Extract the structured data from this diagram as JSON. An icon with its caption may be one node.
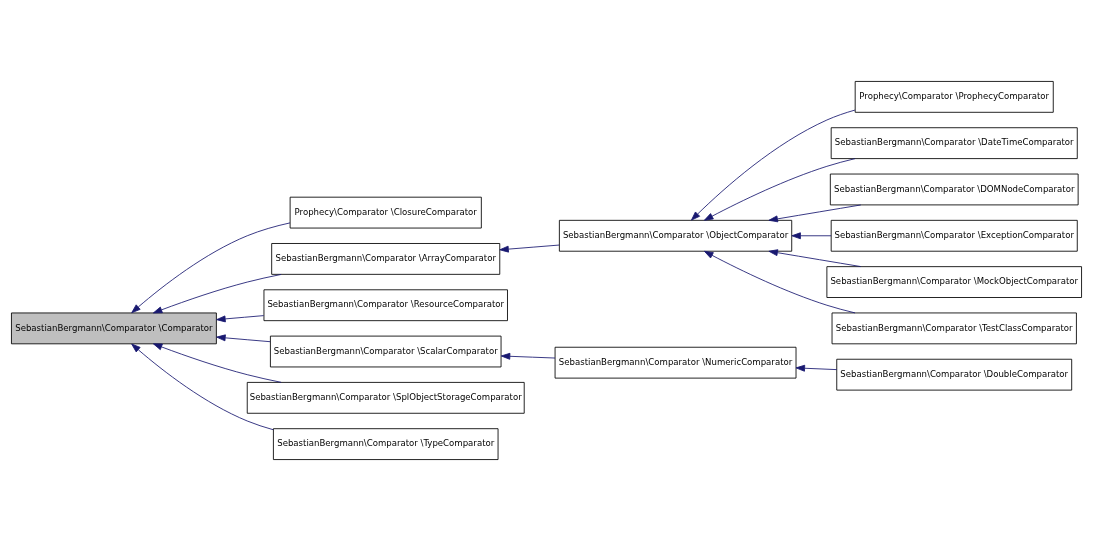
{
  "diagram": {
    "nodes": [
      {
        "text": [
          "SebastianBergmann\\Comparator \\Comparator"
        ]
      },
      {
        "text": [
          "Prophecy\\Comparator \\ClosureComparator"
        ]
      },
      {
        "text": [
          "SebastianBergmann\\Comparator \\ArrayComparator"
        ]
      },
      {
        "text": [
          "SebastianBergmann\\Comparator \\ResourceComparator"
        ]
      },
      {
        "text": [
          "SebastianBergmann\\Comparator \\ScalarComparator"
        ]
      },
      {
        "text": [
          "SebastianBergmann\\Comparator \\SplObjectStorageComparator"
        ]
      },
      {
        "text": [
          "SebastianBergmann\\Comparator \\TypeComparator"
        ]
      },
      {
        "text": [
          "SebastianBergmann\\Comparator \\ObjectComparator"
        ]
      },
      {
        "text": [
          "SebastianBergmann\\Comparator \\NumericComparator"
        ]
      },
      {
        "text": [
          "Prophecy\\Comparator \\ProphecyComparator"
        ]
      },
      {
        "text": [
          "SebastianBergmann\\Comparator \\DateTimeComparator"
        ]
      },
      {
        "text": [
          "SebastianBergmann\\Comparator \\DOMNodeComparator"
        ]
      },
      {
        "text": [
          "SebastianBergmann\\Comparator \\ExceptionComparator"
        ]
      },
      {
        "text": [
          "SebastianBergmann\\Comparator \\MockObjectComparator"
        ]
      },
      {
        "text": [
          "SebastianBergmann\\Comparator \\TestClassComparator"
        ]
      },
      {
        "text": [
          "SebastianBergmann\\Comparator \\DoubleComparator"
        ]
      }
    ],
    "edges": [
      {
        "from": 1,
        "to": 0,
        "arrow": "to"
      },
      {
        "from": 2,
        "to": 0,
        "arrow": "to"
      },
      {
        "from": 3,
        "to": 0,
        "arrow": "to"
      },
      {
        "from": 4,
        "to": 0,
        "arrow": "to"
      },
      {
        "from": 5,
        "to": 0,
        "arrow": "to"
      },
      {
        "from": 6,
        "to": 0,
        "arrow": "to"
      },
      {
        "from": 7,
        "to": 2,
        "arrow": "to"
      },
      {
        "from": 8,
        "to": 4,
        "arrow": "to"
      },
      {
        "from": 9,
        "to": 7,
        "arrow": "to"
      },
      {
        "from": 10,
        "to": 7,
        "arrow": "to"
      },
      {
        "from": 11,
        "to": 7,
        "arrow": "to"
      },
      {
        "from": 12,
        "to": 7,
        "arrow": "to"
      },
      {
        "from": 13,
        "to": 7,
        "arrow": "to"
      },
      {
        "from": 14,
        "to": 7,
        "arrow": "to"
      },
      {
        "from": 15,
        "to": 8,
        "arrow": "to"
      }
    ]
  }
}
